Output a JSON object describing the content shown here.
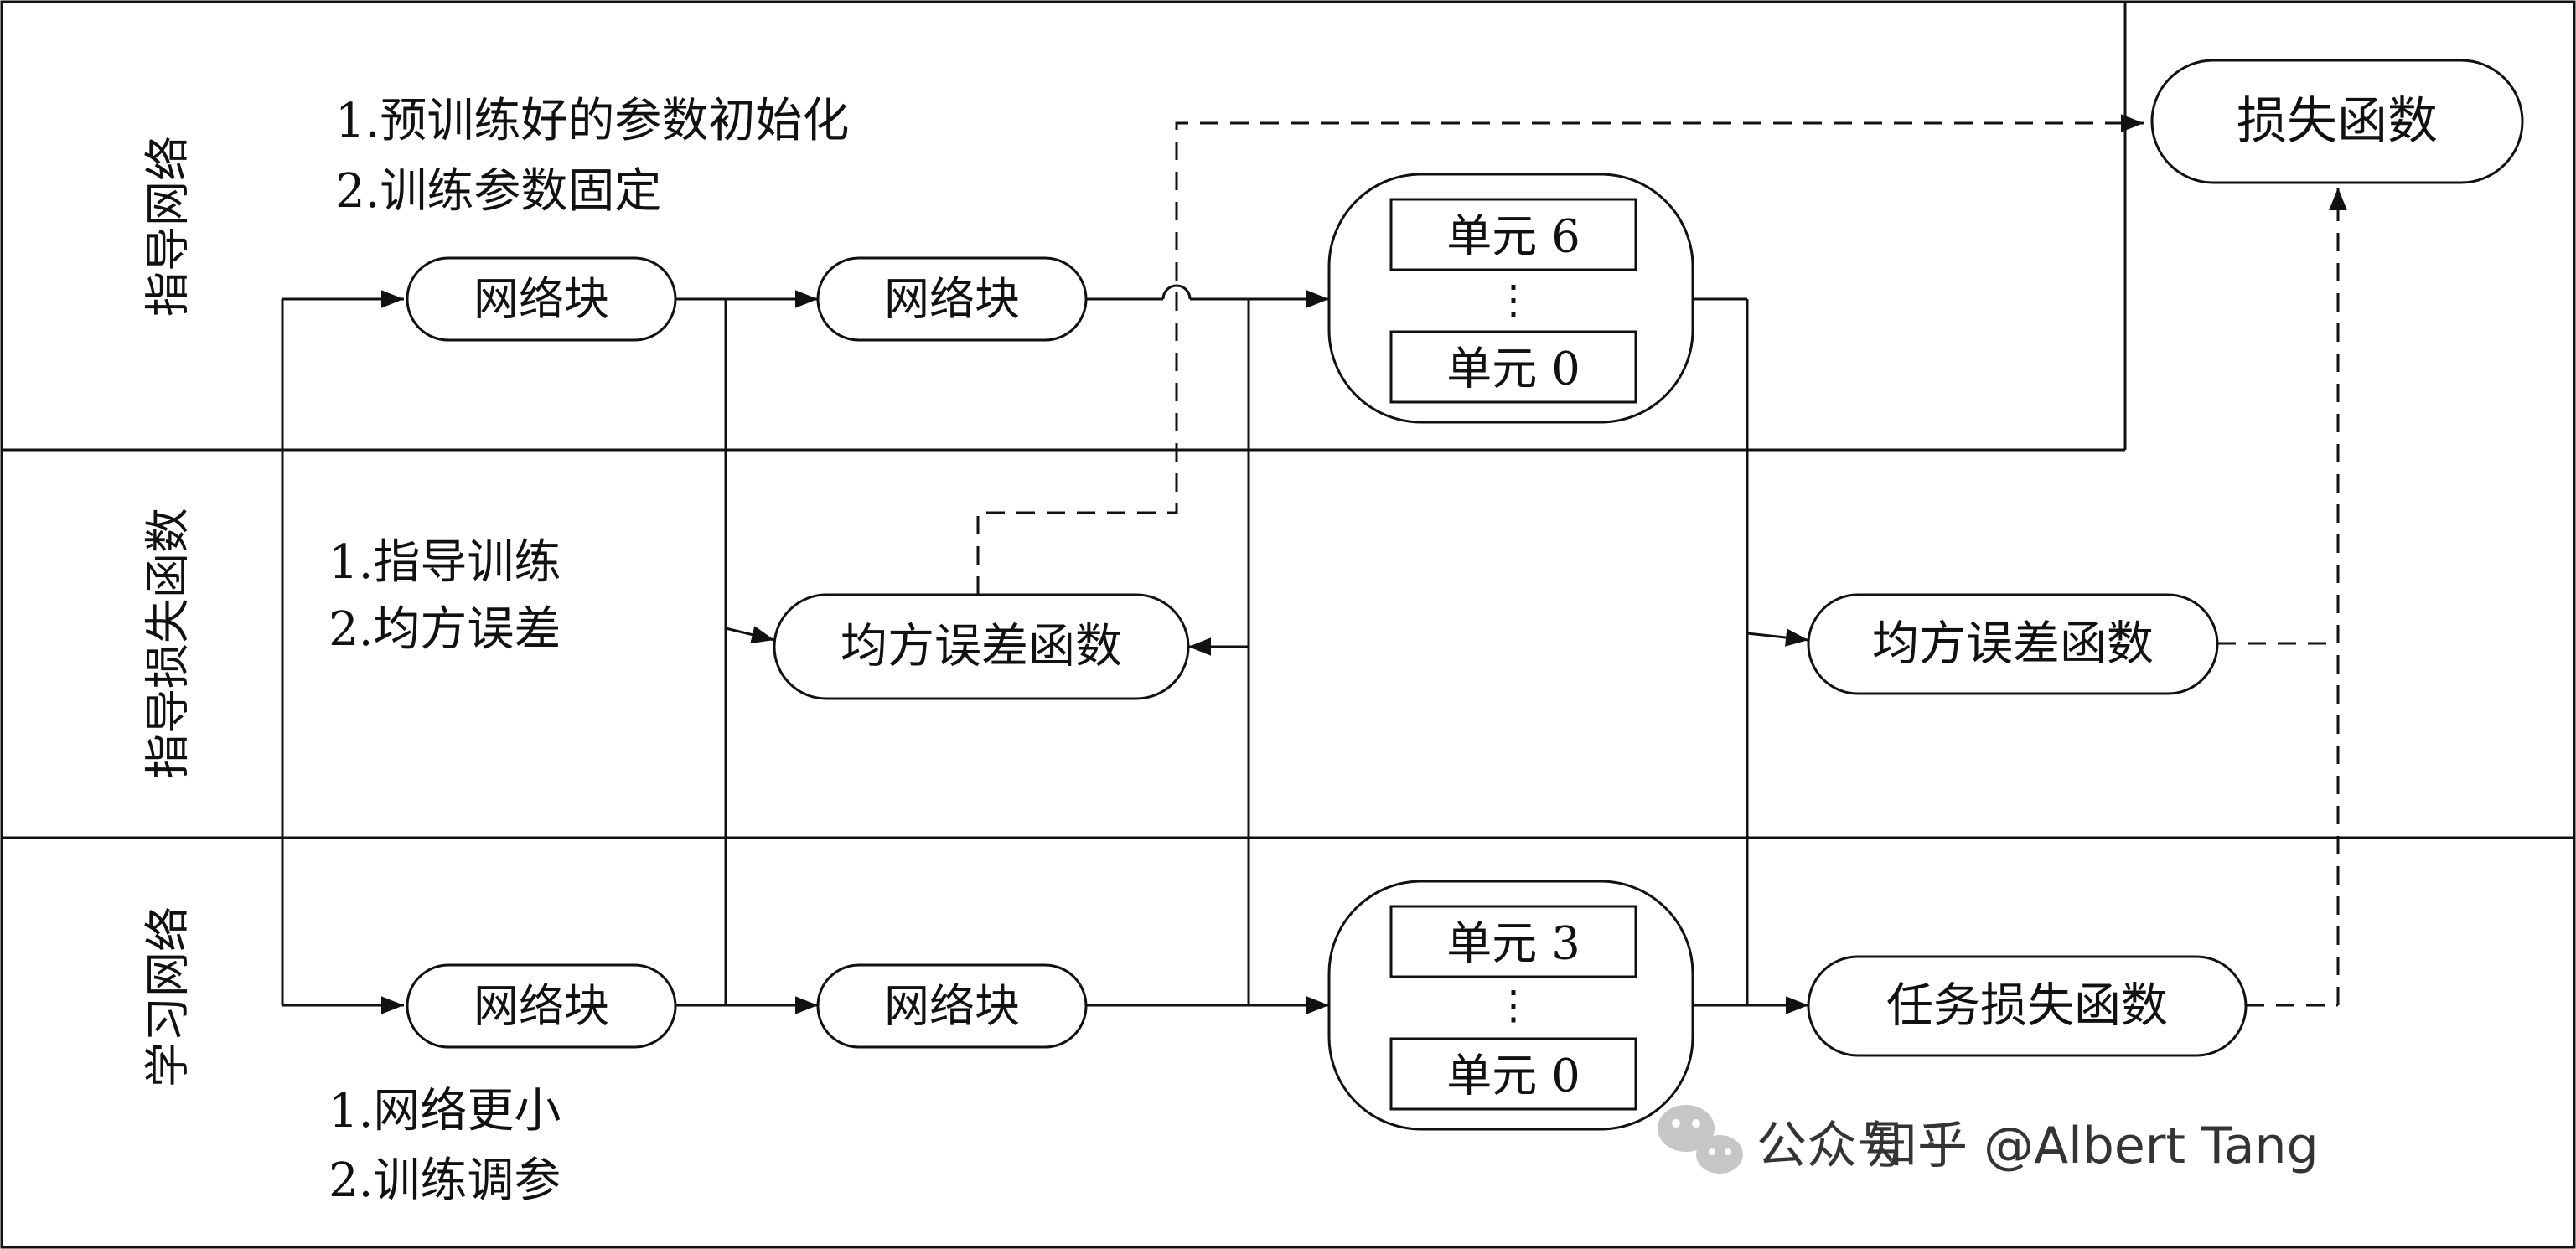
{
  "lanes": {
    "guide_network": "指导网络",
    "guide_loss": "指导损失函数",
    "learn_network": "学习网络"
  },
  "notes": {
    "guide_1": "1.预训练好的参数初始化",
    "guide_2": "2.训练参数固定",
    "loss_1": "1.指导训练",
    "loss_2": "2.均方误差",
    "learn_1": "1.网络更小",
    "learn_2": "2.训练调参"
  },
  "nodes": {
    "block": "网络块",
    "unit6": "单元 6",
    "unit3": "单元 3",
    "unit0": "单元 0",
    "ellipsis": "⋮",
    "mse": "均方误差函数",
    "task_loss": "任务损失函数",
    "loss": "损失函数"
  },
  "watermark": {
    "prefix": "公众号 · ",
    "text": "知乎 @Albert Tang",
    "icon": "wechat-icon"
  },
  "colors": {
    "ink": "#111111",
    "watermark": "#b8b8b8"
  }
}
